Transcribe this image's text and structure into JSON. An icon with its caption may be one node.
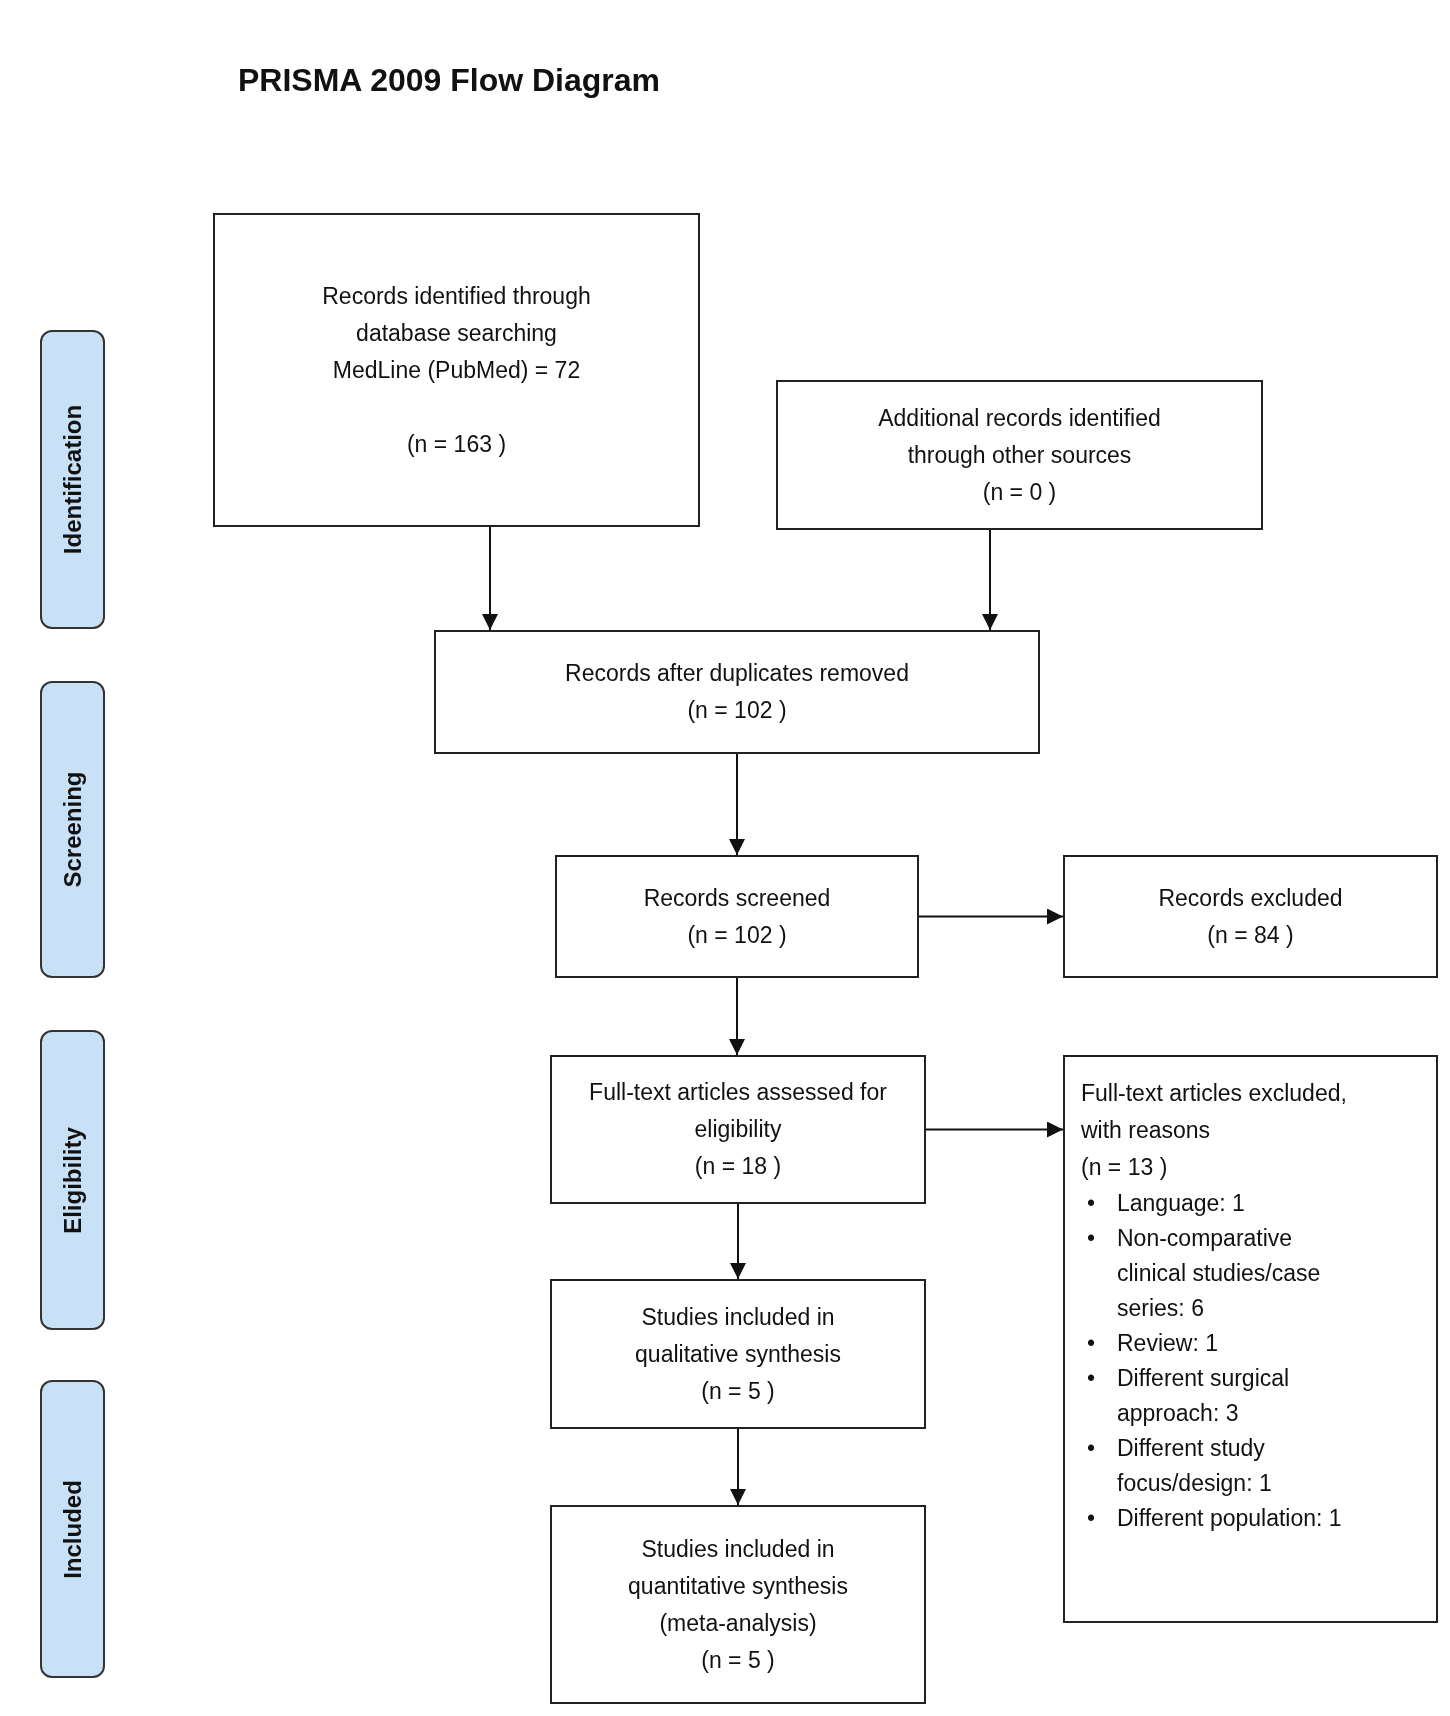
{
  "diagram": {
    "title": "PRISMA 2009 Flow Diagram",
    "nodes": [
      {
        "text": [
          "Records identified through database searching",
          "MedLine (PubMed) = 72",
          "(n =  163 )"
        ]
      },
      {
        "text": [
          "Additional records identified through other sources",
          "(n = 0 )"
        ]
      },
      {
        "text": [
          "Records after duplicates removed",
          "(n = 102 )"
        ]
      },
      {
        "text": [
          "Records screened",
          "(n =  102 )"
        ]
      },
      {
        "text": [
          "Records excluded",
          "(n = 84  )"
        ]
      },
      {
        "text": [
          "Full-text articles assessed for eligibility",
          "(n =  18 )"
        ]
      },
      {
        "text": [
          "Full-text articles excluded, with reasons",
          "(n = 13 )",
          "Language: 1",
          "Non-comparative clinical studies/case series: 6",
          "Review: 1",
          "Different surgical approach: 3",
          "Different study focus/design: 1",
          "Different population: 1"
        ]
      },
      {
        "text": [
          "Studies included in qualitative synthesis",
          "(n = 5 )"
        ]
      },
      {
        "text": [
          "Studies included in quantitative synthesis (meta-analysis)",
          "(n = 5 )"
        ]
      },
      {
        "text": [
          "Identification"
        ]
      },
      {
        "text": [
          "Screening"
        ]
      },
      {
        "text": [
          "Eligibility"
        ]
      },
      {
        "text": [
          "Included"
        ]
      }
    ],
    "edges": [
      {
        "from": 0,
        "to": 2,
        "arrow": "to"
      },
      {
        "from": 1,
        "to": 2,
        "arrow": "to"
      },
      {
        "from": 2,
        "to": 3,
        "arrow": "to"
      },
      {
        "from": 3,
        "to": 4,
        "arrow": "to"
      },
      {
        "from": 3,
        "to": 5,
        "arrow": "to"
      },
      {
        "from": 5,
        "to": 6,
        "arrow": "to"
      },
      {
        "from": 5,
        "to": 7,
        "arrow": "to"
      },
      {
        "from": 7,
        "to": 8,
        "arrow": "to"
      }
    ],
    "labels": [
      "•",
      "•",
      "•",
      "•",
      "•",
      "•"
    ]
  }
}
